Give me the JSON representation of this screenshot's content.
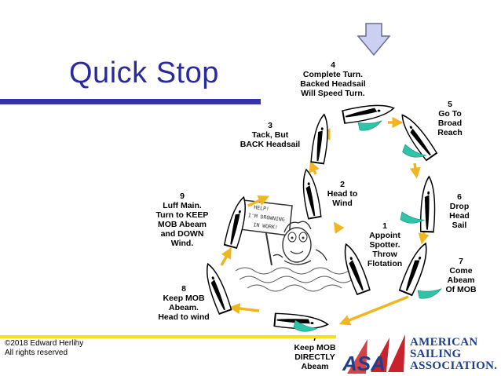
{
  "title": "Quick Stop",
  "colors": {
    "title": "#2a2aa0",
    "title_bar": "#3333aa",
    "bottom_bar": "#f4e01a",
    "arrow": "#f2b522",
    "sail": "#2ec4a8",
    "logo_blue": "#1e3f8c",
    "logo_red": "#c8232c"
  },
  "steps": [
    {
      "num": "1",
      "lines": [
        "Appoint",
        "Spotter.",
        "Throw",
        "Flotation"
      ]
    },
    {
      "num": "2",
      "lines": [
        "Head to",
        "Wind"
      ]
    },
    {
      "num": "3",
      "lines": [
        "Tack, But",
        "BACK Headsail"
      ]
    },
    {
      "num": "4",
      "lines": [
        "Complete Turn.",
        "Backed Headsail",
        "Will Speed Turn."
      ]
    },
    {
      "num": "5",
      "lines": [
        "Go To",
        "Broad",
        "Reach"
      ]
    },
    {
      "num": "6",
      "lines": [
        "Drop",
        "Head",
        "Sail"
      ]
    },
    {
      "num": "7",
      "lines": [
        "Come",
        "Abeam",
        "Of MOB"
      ]
    },
    {
      "num": "7",
      "lines": [
        "Keep MOB",
        "DIRECTLY",
        "Abeam"
      ]
    },
    {
      "num": "8",
      "lines": [
        "Keep MOB",
        "Abeam.",
        "Head to wind"
      ]
    },
    {
      "num": "9",
      "lines": [
        "Luff Main.",
        "Turn to KEEP",
        "MOB  Abeam",
        "and DOWN",
        "Wind."
      ]
    }
  ],
  "sign_text": [
    "HELP!",
    "I'M DROWNING",
    "IN WORK!"
  ],
  "copyright": [
    "©2018 Edward Herlihy",
    "All rights reserved"
  ],
  "logo": {
    "letters": "ASA",
    "words": [
      "AMERICAN",
      "SAILING",
      "ASSOCIATION."
    ]
  },
  "wind_icon": "wind-direction-arrow-icon"
}
